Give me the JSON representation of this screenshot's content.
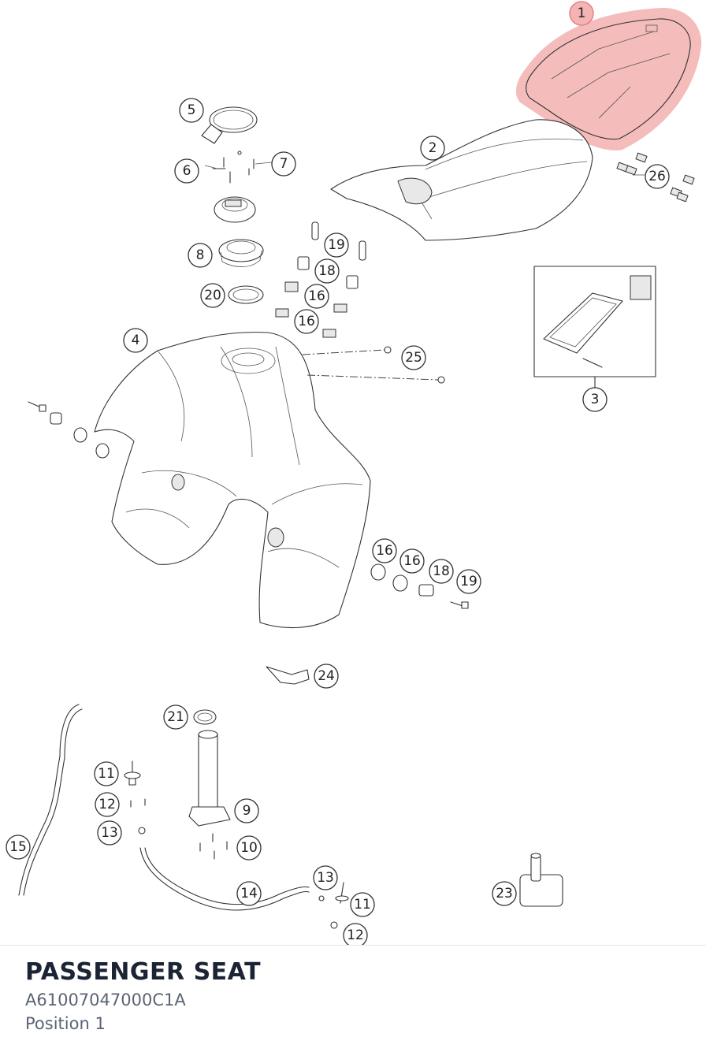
{
  "diagram": {
    "highlight_color": "#f4b4b4",
    "selected_callout": "1",
    "callouts": [
      {
        "id": "c1",
        "label": "1"
      },
      {
        "id": "c2",
        "label": "2"
      },
      {
        "id": "c3",
        "label": "3"
      },
      {
        "id": "c4",
        "label": "4"
      },
      {
        "id": "c5",
        "label": "5"
      },
      {
        "id": "c6",
        "label": "6"
      },
      {
        "id": "c7",
        "label": "7"
      },
      {
        "id": "c8",
        "label": "8"
      },
      {
        "id": "c9",
        "label": "9"
      },
      {
        "id": "c10",
        "label": "10"
      },
      {
        "id": "c11a",
        "label": "11"
      },
      {
        "id": "c11b",
        "label": "11"
      },
      {
        "id": "c12a",
        "label": "12"
      },
      {
        "id": "c12b",
        "label": "12"
      },
      {
        "id": "c13a",
        "label": "13"
      },
      {
        "id": "c13b",
        "label": "13"
      },
      {
        "id": "c14",
        "label": "14"
      },
      {
        "id": "c15",
        "label": "15"
      },
      {
        "id": "c16a",
        "label": "16"
      },
      {
        "id": "c16b",
        "label": "16"
      },
      {
        "id": "c16c",
        "label": "16"
      },
      {
        "id": "c16d",
        "label": "16"
      },
      {
        "id": "c18a",
        "label": "18"
      },
      {
        "id": "c18b",
        "label": "18"
      },
      {
        "id": "c19a",
        "label": "19"
      },
      {
        "id": "c19b",
        "label": "19"
      },
      {
        "id": "c20",
        "label": "20"
      },
      {
        "id": "c21",
        "label": "21"
      },
      {
        "id": "c23",
        "label": "23"
      },
      {
        "id": "c24",
        "label": "24"
      },
      {
        "id": "c25",
        "label": "25"
      },
      {
        "id": "c26",
        "label": "26"
      }
    ]
  },
  "part": {
    "title": "PASSENGER SEAT",
    "number": "A61007047000C1A",
    "position": "Position 1"
  }
}
